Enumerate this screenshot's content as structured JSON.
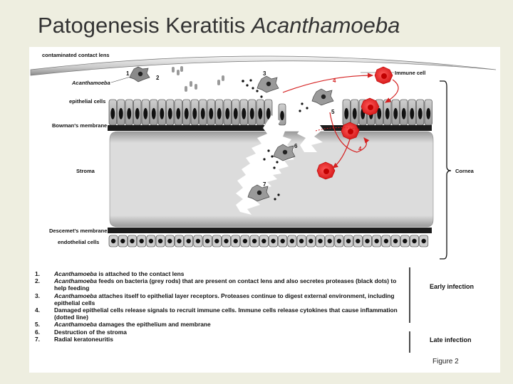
{
  "slide": {
    "title_prefix": "Patogenesis Keratitis ",
    "title_italic": "Acanthamoeba"
  },
  "diagram": {
    "labels": {
      "contact_lens": "contaminated contact lens",
      "acanthamoeba": "Acanthamoeba",
      "epithelial": "epithelial cells",
      "bowman": "Bowman's membrane",
      "stroma": "Stroma",
      "descemet": "Descemet's membrane",
      "endothelial": "endothelial cells",
      "immune": "Immune cell",
      "cornea": "Cornea"
    },
    "step_numbers": [
      "1",
      "2",
      "3",
      "4",
      "5",
      "6",
      "7",
      "4"
    ]
  },
  "legend": [
    {
      "num": "1.",
      "italic": "Acanthamoeba",
      "text": " is attached to the contact lens"
    },
    {
      "num": "2.",
      "italic": "Acanthamoeba",
      "text": " feeds on bacteria (grey rods) that are present on contact lens and also secretes proteases (black dots) to help feeding"
    },
    {
      "num": "3.",
      "italic": "Acanthamoeba",
      "text": " attaches itself to epithelial layer receptors. Proteases continue to digest external environment, including epithelial cells"
    },
    {
      "num": "4.",
      "italic": "",
      "text": "Damaged epithelial cells release signals to recruit immune cells. Immune cells release cytokines that cause inflammation (dotted line)"
    },
    {
      "num": "5.",
      "italic": "Acanthamoeba",
      "text": " damages the epithelium and membrane"
    },
    {
      "num": "6.",
      "italic": "",
      "text": "Destruction of the stroma"
    },
    {
      "num": "7.",
      "italic": "",
      "text": "Radial keratoneuritis"
    }
  ],
  "stages": {
    "early": "Early infection",
    "late": "Late infection"
  },
  "figure_caption": "Figure 2"
}
